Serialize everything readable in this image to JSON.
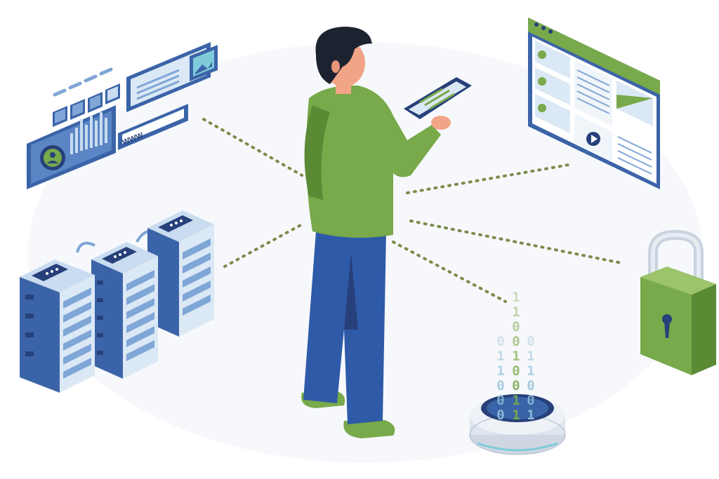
{
  "web_label": "WWW",
  "binary_columns": [
    {
      "digits": [
        "0",
        "1",
        "1",
        "0",
        "0",
        "0"
      ],
      "color": "#8bb8d6"
    },
    {
      "digits": [
        "1",
        "1",
        "0",
        "0",
        "1",
        "0",
        "0",
        "1",
        "1"
      ],
      "color": "#7aa84a"
    },
    {
      "digits": [
        "0",
        "1",
        "1",
        "0",
        "0",
        "1"
      ],
      "color": "#8bb8d6"
    }
  ],
  "colors": {
    "primary_blue": "#3b64a8",
    "light_blue": "#c9dcf0",
    "navy": "#27407a",
    "green": "#78a94a",
    "dark_green": "#5b8a35",
    "dots": "#7d8a4a"
  }
}
